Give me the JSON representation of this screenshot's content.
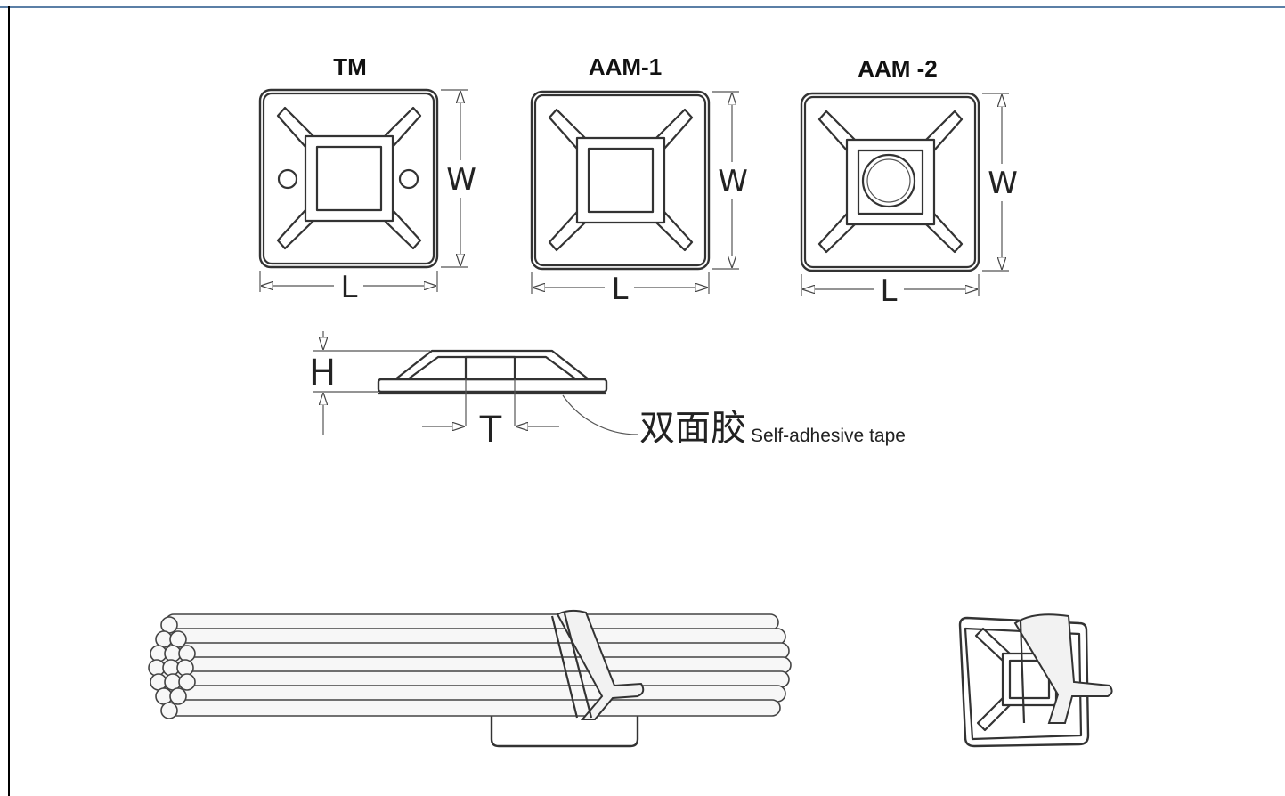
{
  "mounts": [
    {
      "title": "TM",
      "variant": "two-holes",
      "width_label": "W",
      "length_label": "L"
    },
    {
      "title": "AAM-1",
      "variant": "plain",
      "width_label": "W",
      "length_label": "L"
    },
    {
      "title": "AAM -2",
      "variant": "ring",
      "width_label": "W",
      "length_label": "L"
    }
  ],
  "side_view": {
    "height_label": "H",
    "slot_label": "T",
    "tape_label_cn": "双面胶",
    "tape_label_en": "Self-adhesive tape"
  },
  "colors": {
    "frame_top": "#5b7fa6",
    "frame_left": "#000000",
    "line": "#333333"
  }
}
